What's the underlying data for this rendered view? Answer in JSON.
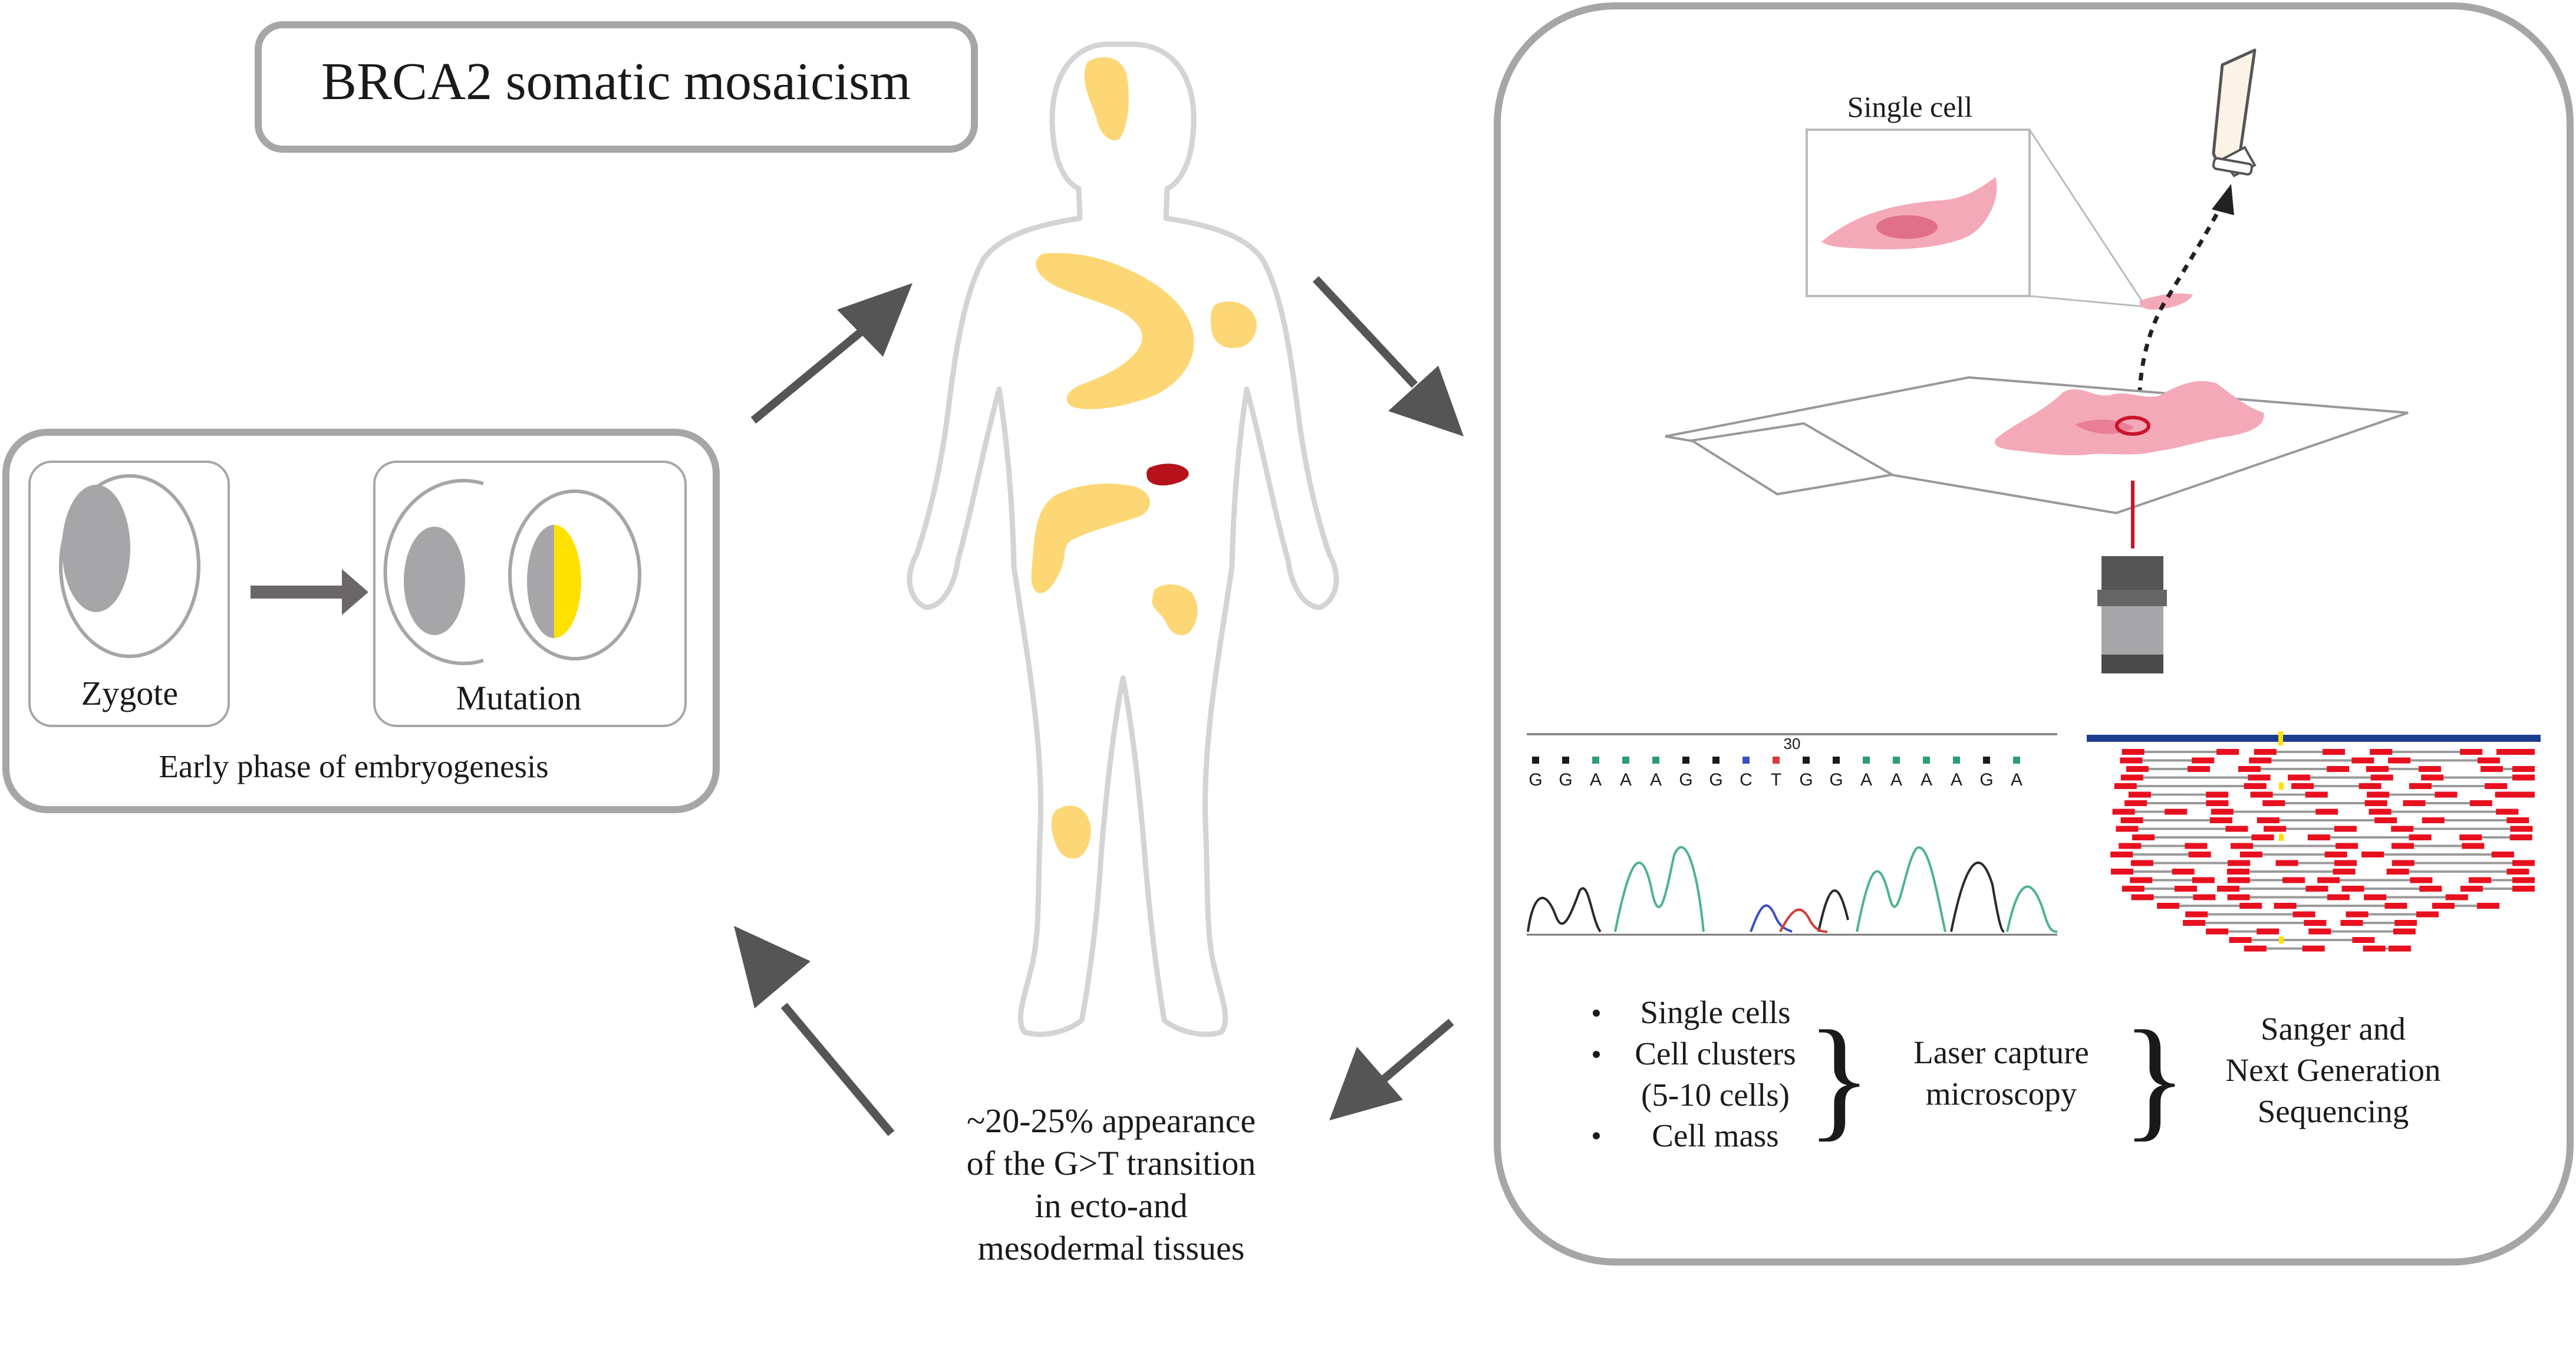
{
  "title": "BRCA2 somatic mosaicism",
  "embryo": {
    "zygote_label": "Zygote",
    "mutation_label": "Mutation",
    "caption": "Early phase of embryogenesis"
  },
  "appearance_text": [
    "~20-25% appearance",
    "of the G>T transition",
    "in ecto-and",
    "mesodermal tissues"
  ],
  "lab": {
    "single_cell_label": "Single cell",
    "sample_types": [
      "Single cells",
      "Cell clusters",
      "(5-10 cells)",
      "Cell mass"
    ],
    "method_lines": [
      "Laser capture",
      "microscopy"
    ],
    "sequencing_lines": [
      "Sanger and",
      "Next Generation",
      "Sequencing"
    ]
  },
  "sanger": {
    "position_label": "30",
    "bases": [
      "G",
      "G",
      "A",
      "A",
      "A",
      "G",
      "G",
      "C",
      "T",
      "G",
      "G",
      "A",
      "A",
      "A",
      "A",
      "G",
      "A"
    ]
  },
  "colors": {
    "box_border": "#a8a5a6",
    "arrow": "#555555",
    "mosaic_patch": "#fdd775",
    "tumor": "#b5121b",
    "cell_pink": "#f4a9b8",
    "mutation_yellow": "#ffe100",
    "read_red": "#e8101f",
    "read_gray": "#9a9a9a",
    "ref_bar": "#1c3d8f"
  }
}
